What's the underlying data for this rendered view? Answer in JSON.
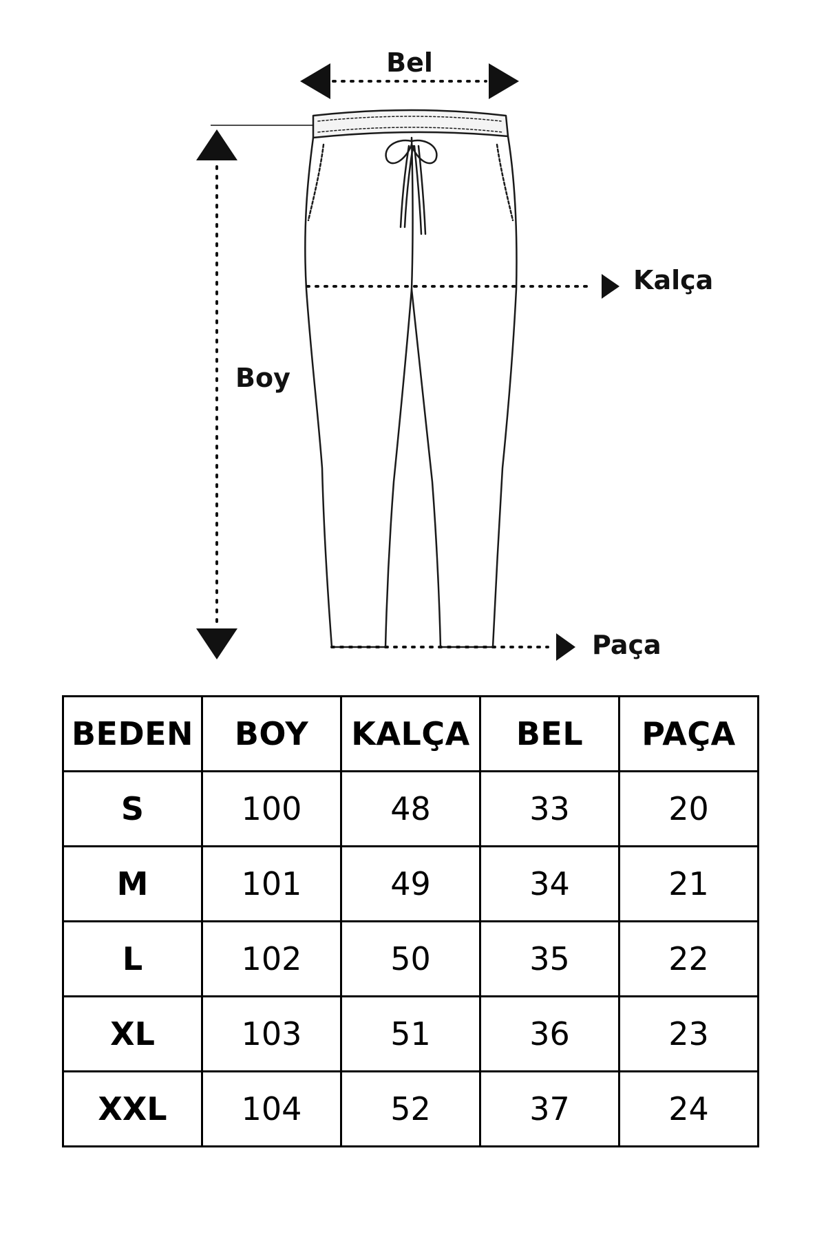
{
  "diagram": {
    "labels": {
      "waist": "Bel",
      "hip": "Kalça",
      "length": "Boy",
      "hem": "Paça"
    },
    "garment": "pants-with-drawstring"
  },
  "table": {
    "headers": [
      "BEDEN",
      "BOY",
      "KALÇA",
      "BEL",
      "PAÇA"
    ],
    "rows": [
      [
        "S",
        "100",
        "48",
        "33",
        "20"
      ],
      [
        "M",
        "101",
        "49",
        "34",
        "21"
      ],
      [
        "L",
        "102",
        "50",
        "35",
        "22"
      ],
      [
        "XL",
        "103",
        "51",
        "36",
        "23"
      ],
      [
        "XXL",
        "104",
        "52",
        "37",
        "24"
      ]
    ]
  }
}
